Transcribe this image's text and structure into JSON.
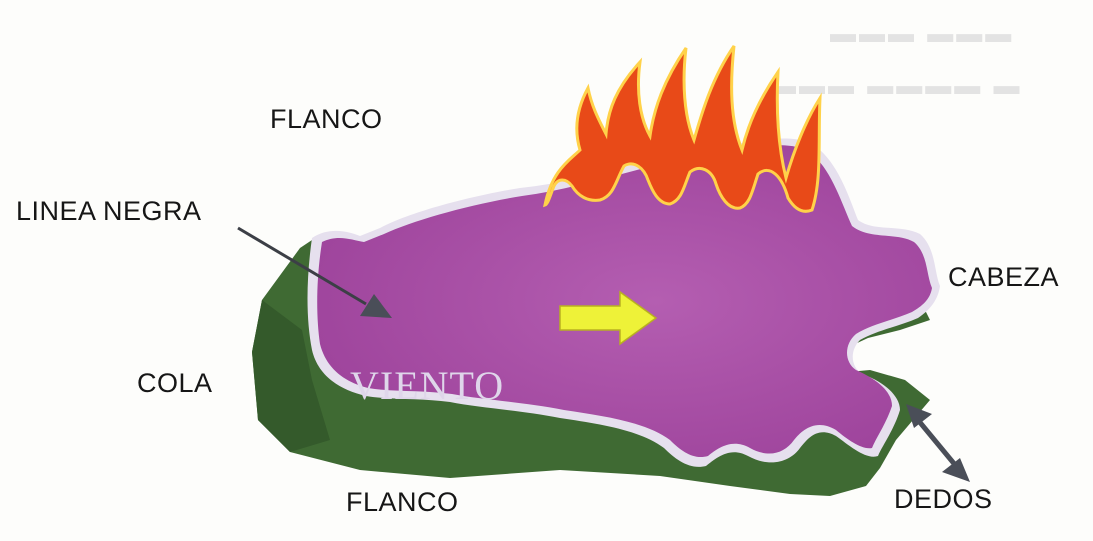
{
  "diagram": {
    "labels": {
      "flanco_top": "FLANCO",
      "linea_negra": "LINEA NEGRA",
      "cabeza": "CABEZA",
      "cola": "COLA",
      "flanco_bottom": "FLANCO",
      "dedos": "DEDOS",
      "viento": "VIENTO"
    },
    "colors": {
      "fire_surface": "#a94fa6",
      "ground": "#3f6a33",
      "edge_white": "#e6e0ee",
      "flame": "#e84a18",
      "flame_outline": "#ffd24a",
      "wind_arrow": "#eef238",
      "pointer": "#4a4e58"
    },
    "icons": {
      "wind_direction": "arrow-right-icon",
      "fingers_indicator": "double-arrow-icon",
      "pointer": "pointer-arrow-icon",
      "flames": "flame-icon"
    }
  }
}
